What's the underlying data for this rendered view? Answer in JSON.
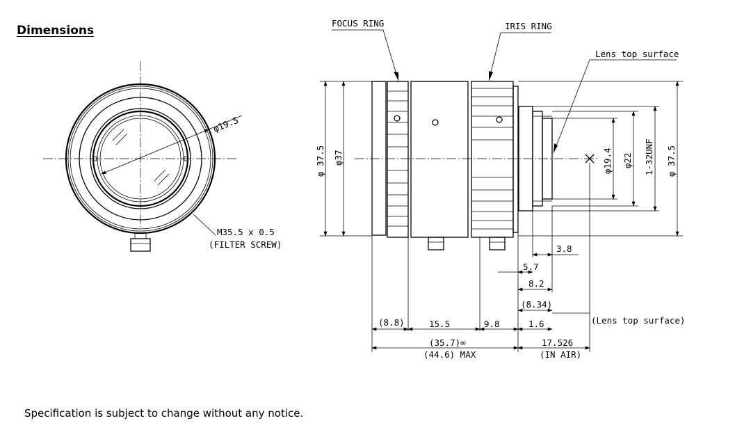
{
  "header": {
    "title": "Dimensions"
  },
  "footer": {
    "note": "Specification is subject to change without any notice."
  },
  "front_view": {
    "diameter_label": "φ19.5",
    "filter_label_1": "M35.5 x 0.5",
    "filter_label_2": "(FILTER SCREW)"
  },
  "side_view": {
    "callouts": {
      "focus_ring": "FOCUS RING",
      "iris_ring": "IRIS RING",
      "lens_top_1": "Lens top surface",
      "lens_top_2": "(Lens top surface)"
    },
    "vertical": {
      "d375_left": "φ 37.5",
      "d37": "φ37",
      "d194": "φ19.4",
      "d22": "φ22",
      "thread": "1-32UNF",
      "d375_right": "φ 37.5"
    },
    "dims": {
      "d38": "3.8",
      "d57": "5.7",
      "d82": "8.2",
      "d834": "(8.34)",
      "d16": "1.6",
      "d88": "(8.8)",
      "d155": "15.5",
      "d98": "9.8",
      "d357": "(35.7)∞",
      "d446": "(44.6) MAX",
      "d17526": "17.526",
      "in_air": "(IN AIR)"
    }
  }
}
